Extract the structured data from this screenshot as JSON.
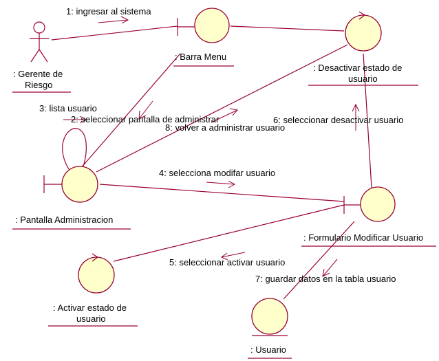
{
  "actor": {
    "name_line1": ": Gerente de",
    "name_line2": "Riesgo"
  },
  "objects": {
    "barra_menu": ": Barra Menu",
    "desactivar_line1": ": Desactivar estado de",
    "desactivar_line2": "usuario",
    "pantalla_admin": ": Pantalla Administracion",
    "formulario": ": Formulario Modificar Usuario",
    "activar_line1": ": Activar estado de",
    "activar_line2": "usuario",
    "usuario": ": Usuario"
  },
  "messages": {
    "m1": "1: ingresar al sistema",
    "m2": "2: seleccionar pantalla de administrar",
    "m3": "3: lista usuario",
    "m4": "4: selecciona modifar usuario",
    "m5": "5: seleccionar activar usuario",
    "m6": "6: seleccionar desactivar usuario",
    "m7": "7: guardar datos en la tabla usuario",
    "m8": "8: volver a administrar usuario"
  },
  "colors": {
    "stroke": "#990033",
    "fill": "#ffffcc"
  }
}
